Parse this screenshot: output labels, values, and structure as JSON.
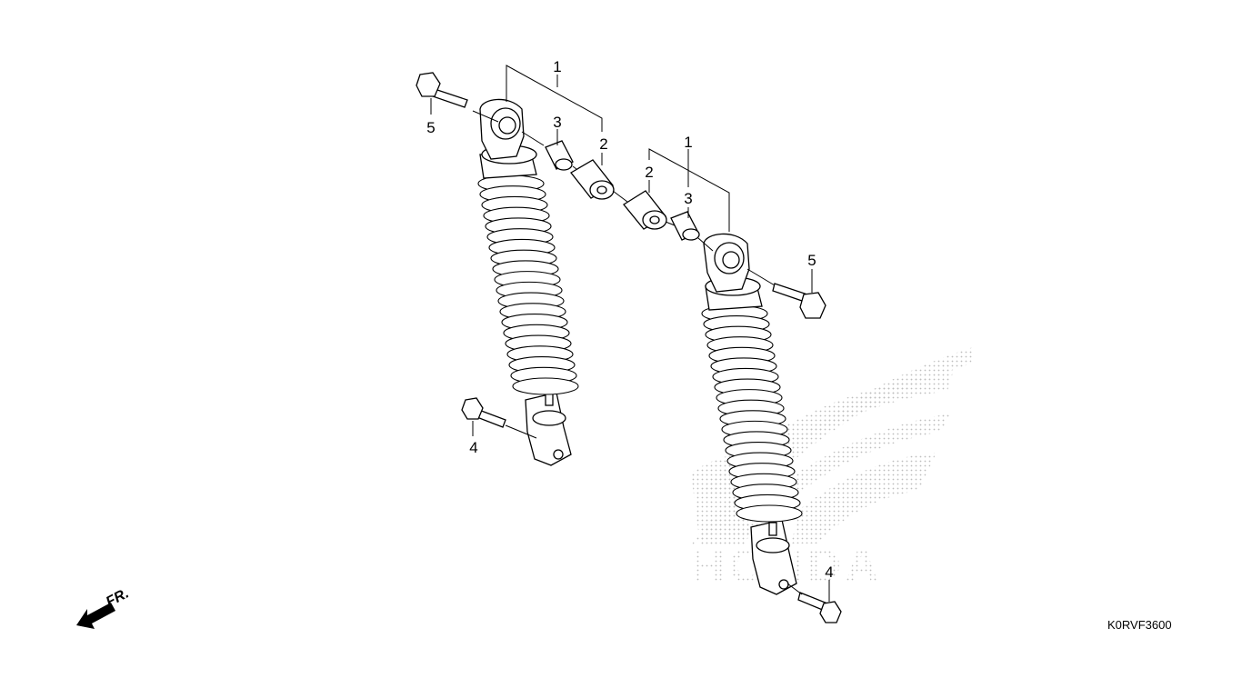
{
  "diagram": {
    "code": "K0RVF3600",
    "direction_label": "FR.",
    "logo_text": "HONDA",
    "callouts": {
      "left_1": "1",
      "left_2": "2",
      "left_3": "3",
      "left_4": "4",
      "left_5": "5",
      "right_1": "1",
      "right_2": "2",
      "right_3": "3",
      "right_4": "4",
      "right_5": "5"
    }
  }
}
